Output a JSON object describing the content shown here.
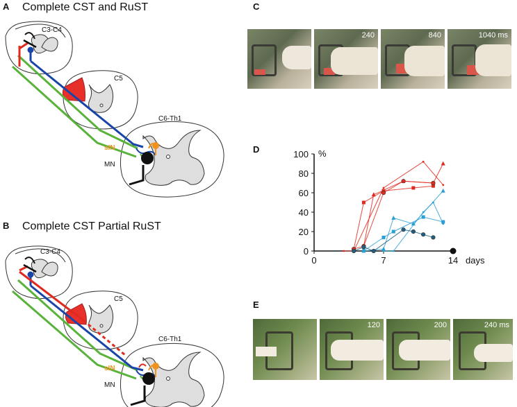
{
  "panels": {
    "a": {
      "letter": "A",
      "heading": "Complete CST and RuST"
    },
    "b": {
      "letter": "B",
      "heading": "Complete CST Partial RuST"
    },
    "c": {
      "letter": "C",
      "frames": [
        "",
        "240",
        "840",
        "1040 ms"
      ]
    },
    "d": {
      "letter": "D"
    },
    "e": {
      "letter": "E",
      "frames": [
        "",
        "120",
        "200",
        "240 ms"
      ]
    }
  },
  "segments": {
    "c3c4": "C3-C4",
    "c5": "C5",
    "c6th1": "C6-Th1"
  },
  "cells": {
    "sin": "sIN",
    "mn": "MN"
  },
  "colors": {
    "cst": "#1a44a8",
    "rust": "#e02a1f",
    "green": "#59b23a",
    "sin": "#f0921e",
    "lesion": "#e8302a",
    "cyan": "#2a9fd6"
  },
  "chart_data": {
    "type": "line",
    "ylabel": "%",
    "xlabel": "days",
    "x_ticks": [
      "0",
      "7",
      "14"
    ],
    "y_ticks": [
      "0",
      "20",
      "40",
      "60",
      "80",
      "100"
    ],
    "xlim": [
      0,
      14
    ],
    "ylim": [
      0,
      100
    ],
    "grid": false,
    "series": [
      {
        "color": "#e02a1f",
        "marker": "square",
        "x": [
          4,
          5,
          7,
          10,
          12
        ],
        "y": [
          2,
          50,
          62,
          65,
          67
        ]
      },
      {
        "color": "#e02a1f",
        "marker": "triangle",
        "x": [
          5,
          6,
          9,
          12,
          13
        ],
        "y": [
          5,
          58,
          72,
          70,
          90
        ]
      },
      {
        "color": "#e02a1f",
        "marker": "dot",
        "x": [
          3,
          4,
          7,
          11,
          13
        ],
        "y": [
          0,
          0,
          65,
          92,
          68
        ]
      },
      {
        "color": "#e02a1f",
        "marker": "circle",
        "x": [
          4,
          5,
          7,
          9,
          12
        ],
        "y": [
          2,
          5,
          60,
          72,
          70
        ]
      },
      {
        "color": "#2a9fd6",
        "marker": "triangle",
        "x": [
          5,
          7,
          8,
          10,
          13
        ],
        "y": [
          0,
          2,
          34,
          28,
          62
        ]
      },
      {
        "color": "#2a9fd6",
        "marker": "square",
        "x": [
          5,
          7,
          8,
          11,
          13
        ],
        "y": [
          0,
          14,
          20,
          35,
          30
        ]
      },
      {
        "color": "#2a9fd6",
        "marker": "dot",
        "x": [
          7,
          8,
          11,
          12,
          13
        ],
        "y": [
          0,
          0,
          40,
          50,
          28
        ]
      },
      {
        "color": "#1f5f80",
        "marker": "circle",
        "x": [
          4,
          5,
          6,
          9,
          10,
          11,
          12
        ],
        "y": [
          0,
          4,
          0,
          22,
          20,
          17,
          14
        ]
      }
    ],
    "endpoint": {
      "x": 14,
      "y": 0
    }
  }
}
